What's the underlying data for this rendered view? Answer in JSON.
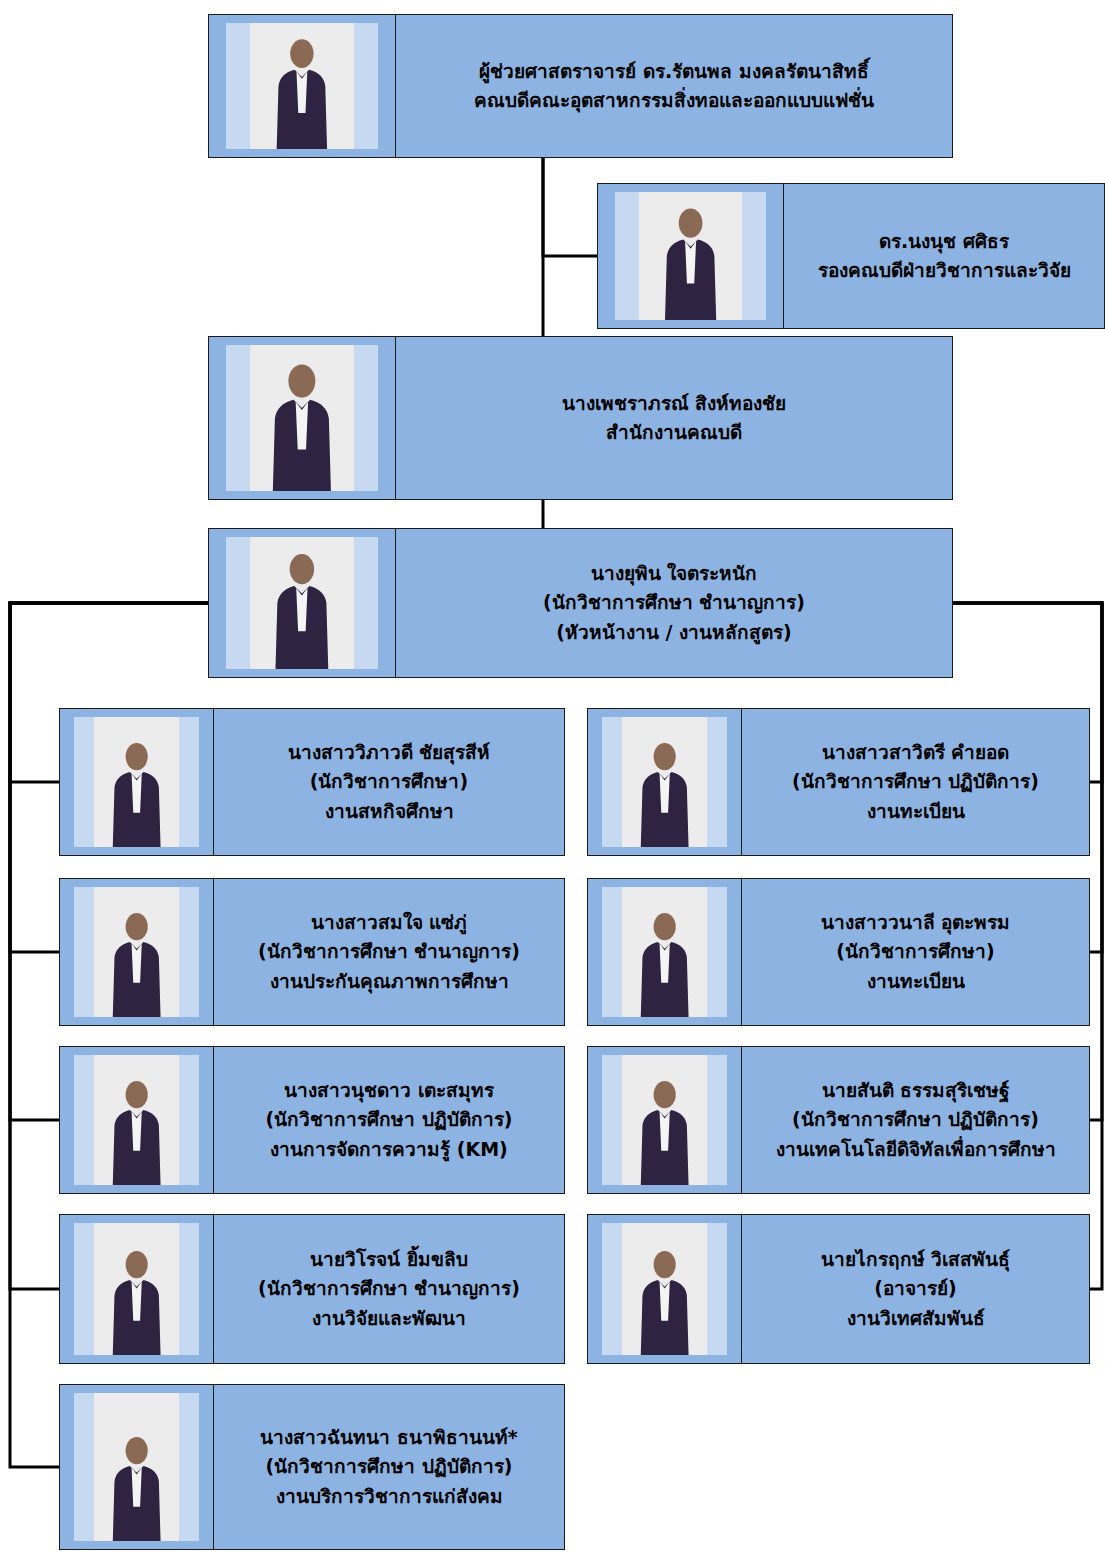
{
  "diagram": {
    "nodes": [
      {
        "text": [
          "ผู้ช่วยศาสตราจารย์ ดร.รัตนพล มงคลรัตนาสิทธิ์",
          "คณบดีคณะอุตสาหกรรมสิ่งทอและออกแบบแฟชั่น"
        ]
      },
      {
        "text": [
          "ดร.นงนุช ศศิธร",
          "รองคณบดีฝ่ายวิชาการและวิจัย"
        ]
      },
      {
        "text": [
          "นางเพชราภรณ์ สิงห์ทองชัย",
          "สำนักงานคณบดี"
        ]
      },
      {
        "text": [
          "นางยุพิน ใจตระหนัก",
          "(นักวิชาการศึกษา ชำนาญการ)",
          "(หัวหน้างาน / งานหลักสูตร)"
        ]
      },
      {
        "text": [
          "นางสาววิภาวดี ชัยสุรสีห์",
          "(นักวิชาการศึกษา)",
          "งานสหกิจศึกษา"
        ]
      },
      {
        "text": [
          "นางสาวสาวิตรี คำยอด",
          "(นักวิชาการศึกษา ปฏิบัติการ)",
          "งานทะเบียน"
        ]
      },
      {
        "text": [
          "นางสาวสมใจ แซ่ภู่",
          "(นักวิชาการศึกษา ชำนาญการ)",
          "งานประกันคุณภาพการศึกษา"
        ]
      },
      {
        "text": [
          "นางสาววนาลี อุตะพรม",
          "(นักวิชาการศึกษา)",
          "งานทะเบียน"
        ]
      },
      {
        "text": [
          "นางสาวนุชดาว เตะสมุทร",
          "(นักวิชาการศึกษา ปฏิบัติการ)",
          "งานการจัดการความรู้ (KM)"
        ]
      },
      {
        "text": [
          "นายสันติ ธรรมสุริเชษฐ์",
          "(นักวิชาการศึกษา ปฏิบัติการ)",
          "งานเทคโนโลยีดิจิทัลเพื่อการศึกษา"
        ]
      },
      {
        "text": [
          "นายวิโรจน์ ยิ้มขลิบ",
          "(นักวิชาการศึกษา ชำนาญการ)",
          "งานวิจัยและพัฒนา"
        ]
      },
      {
        "text": [
          "นายไกรฤกษ์ วิเสสพันธุ์",
          "(อาจารย์)",
          "งานวิเทศสัมพันธ์"
        ]
      },
      {
        "text": [
          "นางสาวฉันทนา ธนาพิธานนท์*",
          "(นักวิชาการศึกษา ปฏิบัติการ)",
          "งานบริการวิชาการแก่สังคม"
        ]
      }
    ],
    "edges": [
      {
        "from": 0,
        "to": 1,
        "arrow": "none"
      },
      {
        "from": 0,
        "to": 2,
        "arrow": "none"
      },
      {
        "from": 2,
        "to": 3,
        "arrow": "none"
      },
      {
        "from": 3,
        "to": 4,
        "arrow": "none"
      },
      {
        "from": 3,
        "to": 5,
        "arrow": "none"
      },
      {
        "from": 3,
        "to": 6,
        "arrow": "none"
      },
      {
        "from": 3,
        "to": 7,
        "arrow": "none"
      },
      {
        "from": 3,
        "to": 8,
        "arrow": "none"
      },
      {
        "from": 3,
        "to": 9,
        "arrow": "none"
      },
      {
        "from": 3,
        "to": 10,
        "arrow": "none"
      },
      {
        "from": 3,
        "to": 11,
        "arrow": "none"
      },
      {
        "from": 3,
        "to": 12,
        "arrow": "none"
      }
    ]
  }
}
